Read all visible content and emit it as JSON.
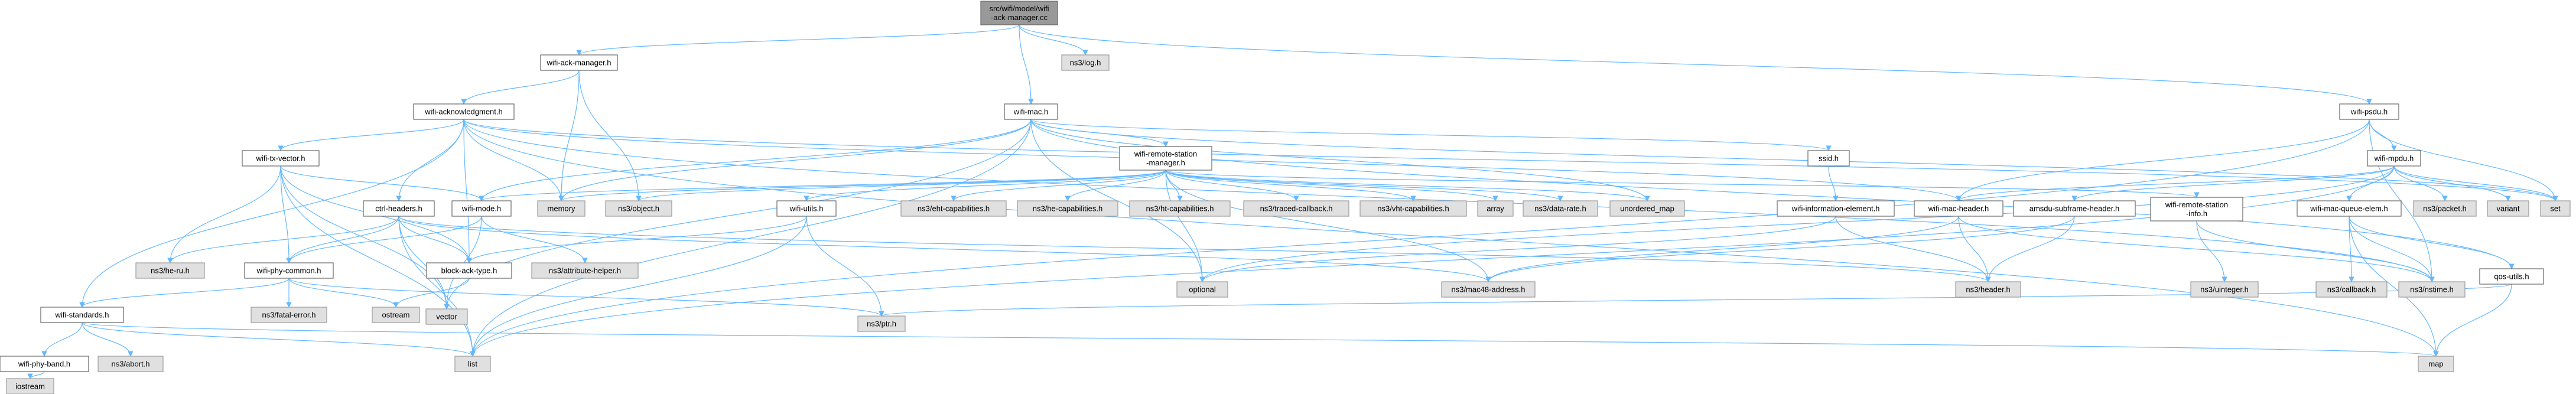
{
  "nodes": [
    {
      "id": "root",
      "lines": [
        "src/wifi/model/wifi",
        "-ack-manager.cc"
      ],
      "kind": "root"
    },
    {
      "id": "wam_h",
      "lines": [
        "wifi-ack-manager.h"
      ],
      "kind": "internal"
    },
    {
      "id": "log",
      "lines": [
        "ns3/log.h"
      ],
      "kind": "external"
    },
    {
      "id": "ackn",
      "lines": [
        "wifi-acknowledgment.h"
      ],
      "kind": "internal"
    },
    {
      "id": "mac",
      "lines": [
        "wifi-mac.h"
      ],
      "kind": "internal"
    },
    {
      "id": "psdu",
      "lines": [
        "wifi-psdu.h"
      ],
      "kind": "internal"
    },
    {
      "id": "txv",
      "lines": [
        "wifi-tx-vector.h"
      ],
      "kind": "internal"
    },
    {
      "id": "rsm",
      "lines": [
        "wifi-remote-station",
        "-manager.h"
      ],
      "kind": "internal"
    },
    {
      "id": "ssid",
      "lines": [
        "ssid.h"
      ],
      "kind": "internal"
    },
    {
      "id": "mpdu",
      "lines": [
        "wifi-mpdu.h"
      ],
      "kind": "internal"
    },
    {
      "id": "ctrl",
      "lines": [
        "ctrl-headers.h"
      ],
      "kind": "internal"
    },
    {
      "id": "mode",
      "lines": [
        "wifi-mode.h"
      ],
      "kind": "internal"
    },
    {
      "id": "memory",
      "lines": [
        "memory"
      ],
      "kind": "external"
    },
    {
      "id": "object",
      "lines": [
        "ns3/object.h"
      ],
      "kind": "external"
    },
    {
      "id": "utils",
      "lines": [
        "wifi-utils.h"
      ],
      "kind": "internal"
    },
    {
      "id": "ehtcap",
      "lines": [
        "ns3/eht-capabilities.h"
      ],
      "kind": "external"
    },
    {
      "id": "hecap",
      "lines": [
        "ns3/he-capabilities.h"
      ],
      "kind": "external"
    },
    {
      "id": "htcap",
      "lines": [
        "ns3/ht-capabilities.h"
      ],
      "kind": "external"
    },
    {
      "id": "tcb",
      "lines": [
        "ns3/traced-callback.h"
      ],
      "kind": "external"
    },
    {
      "id": "vhtcap",
      "lines": [
        "ns3/vht-capabilities.h"
      ],
      "kind": "external"
    },
    {
      "id": "array",
      "lines": [
        "array"
      ],
      "kind": "external"
    },
    {
      "id": "drate",
      "lines": [
        "ns3/data-rate.h"
      ],
      "kind": "external"
    },
    {
      "id": "umap",
      "lines": [
        "unordered_map"
      ],
      "kind": "external"
    },
    {
      "id": "infoel",
      "lines": [
        "wifi-information-element.h"
      ],
      "kind": "internal"
    },
    {
      "id": "machdr",
      "lines": [
        "wifi-mac-header.h"
      ],
      "kind": "internal"
    },
    {
      "id": "amsdu",
      "lines": [
        "amsdu-subframe-header.h"
      ],
      "kind": "internal"
    },
    {
      "id": "rsinfo",
      "lines": [
        "wifi-remote-station",
        "-info.h"
      ],
      "kind": "internal"
    },
    {
      "id": "mqe",
      "lines": [
        "wifi-mac-queue-elem.h"
      ],
      "kind": "internal"
    },
    {
      "id": "packet",
      "lines": [
        "ns3/packet.h"
      ],
      "kind": "external"
    },
    {
      "id": "variant",
      "lines": [
        "variant"
      ],
      "kind": "external"
    },
    {
      "id": "set",
      "lines": [
        "set"
      ],
      "kind": "external"
    },
    {
      "id": "heru",
      "lines": [
        "ns3/he-ru.h"
      ],
      "kind": "external"
    },
    {
      "id": "phyc",
      "lines": [
        "wifi-phy-common.h"
      ],
      "kind": "internal"
    },
    {
      "id": "bat",
      "lines": [
        "block-ack-type.h"
      ],
      "kind": "internal"
    },
    {
      "id": "attr",
      "lines": [
        "ns3/attribute-helper.h"
      ],
      "kind": "external"
    },
    {
      "id": "optional",
      "lines": [
        "optional"
      ],
      "kind": "external"
    },
    {
      "id": "mac48",
      "lines": [
        "ns3/mac48-address.h"
      ],
      "kind": "external"
    },
    {
      "id": "header",
      "lines": [
        "ns3/header.h"
      ],
      "kind": "external"
    },
    {
      "id": "uint",
      "lines": [
        "ns3/uinteger.h"
      ],
      "kind": "external"
    },
    {
      "id": "callback",
      "lines": [
        "ns3/callback.h"
      ],
      "kind": "external"
    },
    {
      "id": "nstime",
      "lines": [
        "ns3/nstime.h"
      ],
      "kind": "external"
    },
    {
      "id": "qos",
      "lines": [
        "qos-utils.h"
      ],
      "kind": "internal"
    },
    {
      "id": "vector",
      "lines": [
        "vector"
      ],
      "kind": "external"
    },
    {
      "id": "fatal",
      "lines": [
        "ns3/fatal-error.h"
      ],
      "kind": "external"
    },
    {
      "id": "ostream",
      "lines": [
        "ostream"
      ],
      "kind": "external"
    },
    {
      "id": "std",
      "lines": [
        "wifi-standards.h"
      ],
      "kind": "internal"
    },
    {
      "id": "ptr",
      "lines": [
        "ns3/ptr.h"
      ],
      "kind": "external"
    },
    {
      "id": "abort",
      "lines": [
        "ns3/abort.h"
      ],
      "kind": "external"
    },
    {
      "id": "list",
      "lines": [
        "list"
      ],
      "kind": "external"
    },
    {
      "id": "map",
      "lines": [
        "map"
      ],
      "kind": "external"
    },
    {
      "id": "band",
      "lines": [
        "wifi-phy-band.h"
      ],
      "kind": "internal"
    },
    {
      "id": "iostream",
      "lines": [
        "iostream"
      ],
      "kind": "external"
    }
  ],
  "edges": [
    [
      "root",
      "wam_h"
    ],
    [
      "root",
      "log"
    ],
    [
      "root",
      "mac"
    ],
    [
      "root",
      "psdu"
    ],
    [
      "wam_h",
      "ackn"
    ],
    [
      "wam_h",
      "memory"
    ],
    [
      "wam_h",
      "object"
    ],
    [
      "ackn",
      "txv"
    ],
    [
      "ackn",
      "ctrl"
    ],
    [
      "ackn",
      "memory"
    ],
    [
      "ackn",
      "bat"
    ],
    [
      "ackn",
      "nstime"
    ],
    [
      "ackn",
      "machdr"
    ],
    [
      "ackn",
      "set"
    ],
    [
      "ackn",
      "map"
    ],
    [
      "ackn",
      "std"
    ],
    [
      "mac",
      "rsm"
    ],
    [
      "mac",
      "ssid"
    ],
    [
      "mac",
      "memory"
    ],
    [
      "mac",
      "vector"
    ],
    [
      "mac",
      "list"
    ],
    [
      "mac",
      "optional"
    ],
    [
      "mac",
      "qos"
    ],
    [
      "mac",
      "set"
    ],
    [
      "mac",
      "umap"
    ],
    [
      "mac",
      "mode"
    ],
    [
      "psdu",
      "mpdu"
    ],
    [
      "psdu",
      "machdr"
    ],
    [
      "psdu",
      "nstime"
    ],
    [
      "psdu",
      "set"
    ],
    [
      "psdu",
      "list"
    ],
    [
      "txv",
      "mode"
    ],
    [
      "txv",
      "phyc"
    ],
    [
      "txv",
      "heru"
    ],
    [
      "txv",
      "vector"
    ],
    [
      "txv",
      "list"
    ],
    [
      "txv",
      "bat"
    ],
    [
      "rsm",
      "ehtcap"
    ],
    [
      "rsm",
      "hecap"
    ],
    [
      "rsm",
      "htcap"
    ],
    [
      "rsm",
      "tcb"
    ],
    [
      "rsm",
      "vhtcap"
    ],
    [
      "rsm",
      "array"
    ],
    [
      "rsm",
      "drate"
    ],
    [
      "rsm",
      "umap"
    ],
    [
      "rsm",
      "rsinfo"
    ],
    [
      "rsm",
      "utils"
    ],
    [
      "rsm",
      "mode"
    ],
    [
      "rsm",
      "memory"
    ],
    [
      "rsm",
      "object"
    ],
    [
      "rsm",
      "optional"
    ],
    [
      "rsm",
      "mac48"
    ],
    [
      "ssid",
      "infoel"
    ],
    [
      "mpdu",
      "amsdu"
    ],
    [
      "mpdu",
      "machdr"
    ],
    [
      "mpdu",
      "mqe"
    ],
    [
      "mpdu",
      "packet"
    ],
    [
      "mpdu",
      "variant"
    ],
    [
      "mpdu",
      "set"
    ],
    [
      "mpdu",
      "list"
    ],
    [
      "mpdu",
      "optional"
    ],
    [
      "ctrl",
      "heru"
    ],
    [
      "ctrl",
      "phyc"
    ],
    [
      "ctrl",
      "bat"
    ],
    [
      "ctrl",
      "header"
    ],
    [
      "ctrl",
      "mac48"
    ],
    [
      "ctrl",
      "vector"
    ],
    [
      "ctrl",
      "list"
    ],
    [
      "mode",
      "attr"
    ],
    [
      "mode",
      "vector"
    ],
    [
      "mode",
      "phyc"
    ],
    [
      "utils",
      "bat"
    ],
    [
      "utils",
      "ptr"
    ],
    [
      "utils",
      "list"
    ],
    [
      "infoel",
      "header"
    ],
    [
      "infoel",
      "optional"
    ],
    [
      "machdr",
      "header"
    ],
    [
      "machdr",
      "mac48"
    ],
    [
      "machdr",
      "nstime"
    ],
    [
      "amsdu",
      "header"
    ],
    [
      "amsdu",
      "mac48"
    ],
    [
      "rsinfo",
      "uint"
    ],
    [
      "rsinfo",
      "nstime"
    ],
    [
      "mqe",
      "callback"
    ],
    [
      "mqe",
      "nstime"
    ],
    [
      "mqe",
      "map"
    ],
    [
      "mqe",
      "qos"
    ],
    [
      "qos",
      "ptr"
    ],
    [
      "qos",
      "map"
    ],
    [
      "phyc",
      "fatal"
    ],
    [
      "phyc",
      "ptr"
    ],
    [
      "phyc",
      "ostream"
    ],
    [
      "phyc",
      "std"
    ],
    [
      "bat",
      "ostream"
    ],
    [
      "std",
      "abort"
    ],
    [
      "std",
      "list"
    ],
    [
      "std",
      "map"
    ],
    [
      "std",
      "band"
    ],
    [
      "band",
      "iostream"
    ]
  ]
}
